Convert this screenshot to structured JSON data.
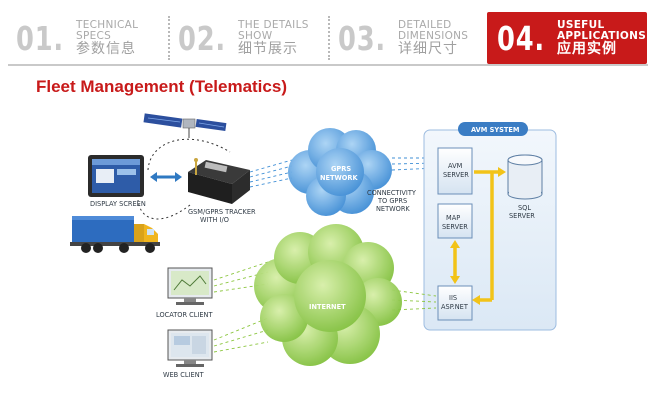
{
  "tabs": [
    {
      "number": "01.",
      "en": "TECHNICAL\nSPECS",
      "en1": "TECHNICAL",
      "en2": "SPECS",
      "cn": "参数信息",
      "active": false
    },
    {
      "number": "02.",
      "en1": "THE DETAILS",
      "en2": "SHOW",
      "cn": "细节展示",
      "active": false
    },
    {
      "number": "03.",
      "en1": "DETAILED",
      "en2": "DIMENSIONS",
      "cn": "详细尺寸",
      "active": false
    },
    {
      "number": "04.",
      "en1": "USEFUL",
      "en2": "APPLICATIONS",
      "cn": "应用实例",
      "active": true
    }
  ],
  "heading": "Fleet Management (Telematics)",
  "diagram": {
    "display_screen": "DISPLAY SCREEN",
    "tracker_line1": "GSM/GPRS TRACKER",
    "tracker_line2": "WITH I/O",
    "gprs_line1": "GPRS",
    "gprs_line2": "NETWORK",
    "connectivity_line1": "CONNECTIVITY",
    "connectivity_line2": "TO GPRS",
    "connectivity_line3": "NETWORK",
    "avm_system": "AVM SYSTEM",
    "avm_server_line1": "AVM",
    "avm_server_line2": "SERVER",
    "map_server_line1": "MAP",
    "map_server_line2": "SERVER",
    "sql_line1": "SQL",
    "sql_line2": "SERVER",
    "iis_line1": "IIS",
    "iis_line2": "ASP.NET",
    "internet": "INTERNET",
    "locator_client": "LOCATOR CLIENT",
    "web_client": "WEB CLIENT"
  },
  "colors": {
    "accent_red": "#c81a1a",
    "gprs_blue": "#3f8fd6",
    "internet_green": "#8cc63f",
    "avm_panel": "#e8f1f9",
    "avm_header": "#3b7dc4",
    "arrow_yellow": "#f2c318"
  }
}
